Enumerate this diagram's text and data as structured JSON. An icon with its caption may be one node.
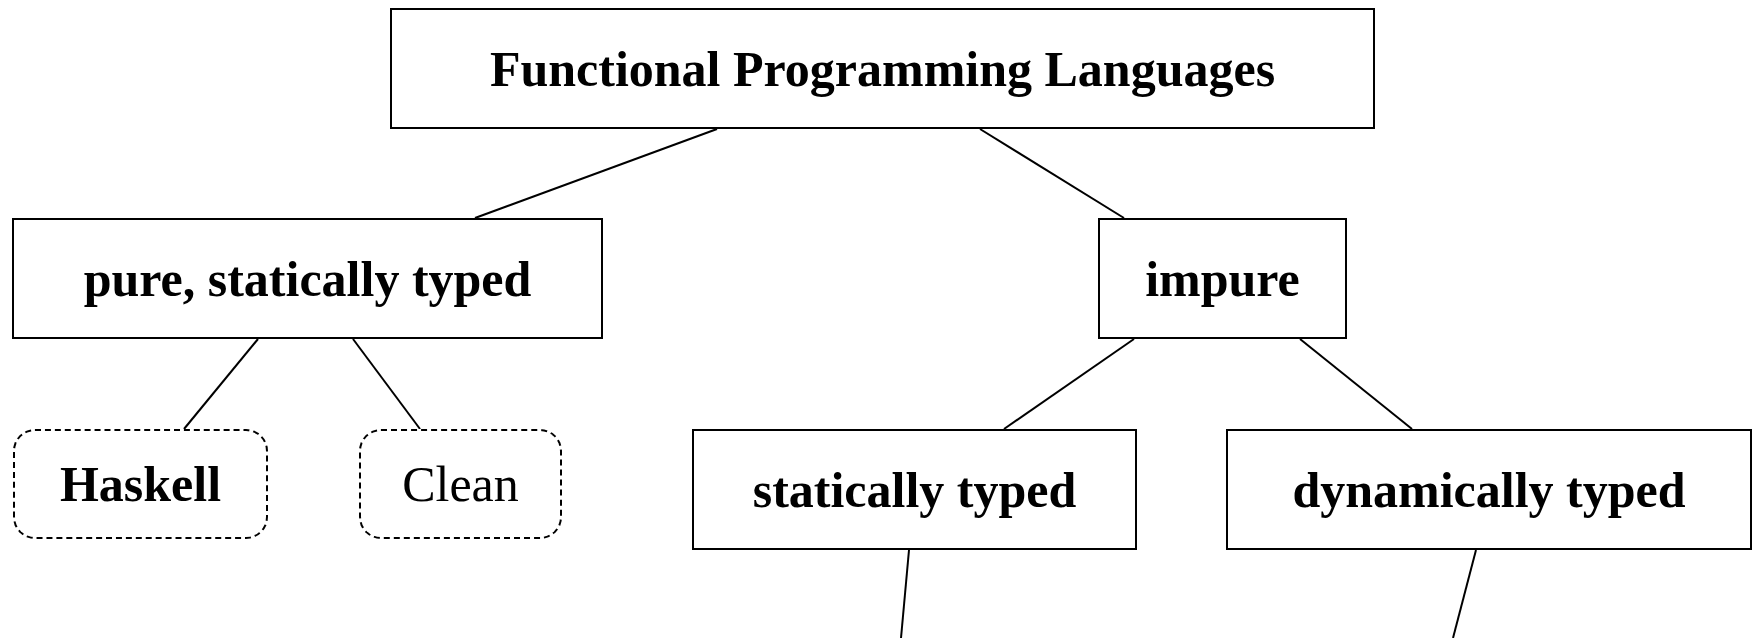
{
  "diagram": {
    "nodes": [
      {
        "text": [
          "Functional Programming Languages"
        ]
      },
      {
        "text": [
          "pure, statically typed"
        ]
      },
      {
        "text": [
          "impure"
        ]
      },
      {
        "text": [
          "Haskell"
        ]
      },
      {
        "text": [
          "Clean"
        ]
      },
      {
        "text": [
          "statically typed"
        ]
      },
      {
        "text": [
          "dynamically typed"
        ]
      }
    ],
    "edges": [
      {
        "from": 0,
        "to": 1,
        "arrow": "none"
      },
      {
        "from": 0,
        "to": 2,
        "arrow": "none"
      },
      {
        "from": 1,
        "to": 3,
        "arrow": "none"
      },
      {
        "from": 1,
        "to": 4,
        "arrow": "none"
      },
      {
        "from": 2,
        "to": 5,
        "arrow": "none"
      },
      {
        "from": 2,
        "to": 6,
        "arrow": "none"
      },
      {
        "from": 5,
        "to": null,
        "arrow": "none"
      },
      {
        "from": 6,
        "to": null,
        "arrow": "none"
      }
    ]
  }
}
